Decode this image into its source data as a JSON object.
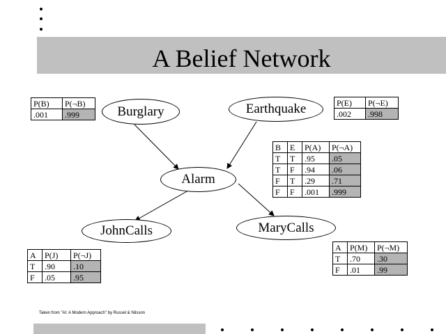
{
  "slide": {
    "title": "A Belief Network",
    "credit": "Taken from \"AI: A Modern Approach\" by Russel & Nilsson"
  },
  "nodes": {
    "burglary": "Burglary",
    "earthquake": "Earthquake",
    "alarm": "Alarm",
    "johncalls": "JohnCalls",
    "marycalls": "MaryCalls"
  },
  "cpt_burglary": {
    "headers": [
      "P(B)",
      "P(¬B)"
    ],
    "rows": [
      [
        ".001",
        ".999"
      ]
    ]
  },
  "cpt_earthquake": {
    "headers": [
      "P(E)",
      "P(¬E)"
    ],
    "rows": [
      [
        ".002",
        ".998"
      ]
    ]
  },
  "cpt_alarm": {
    "headers": [
      "B",
      "E",
      "P(A)",
      "P(¬A)"
    ],
    "rows": [
      [
        "T",
        "T",
        ".95",
        ".05"
      ],
      [
        "T",
        "F",
        ".94",
        ".06"
      ],
      [
        "F",
        "T",
        ".29",
        ".71"
      ],
      [
        "F",
        "F",
        ".001",
        ".999"
      ]
    ]
  },
  "cpt_john": {
    "headers": [
      "A",
      "P(J)",
      "P(¬J)"
    ],
    "rows": [
      [
        "T",
        ".90",
        ".10"
      ],
      [
        "F",
        ".05",
        ".95"
      ]
    ]
  },
  "cpt_mary": {
    "headers": [
      "A",
      "P(M)",
      "P(¬M)"
    ],
    "rows": [
      [
        "T",
        ".70",
        ".30"
      ],
      [
        "F",
        ".01",
        ".99"
      ]
    ]
  },
  "colors": {
    "band": "#c0c0c0",
    "shade": "#b4b4b4"
  }
}
